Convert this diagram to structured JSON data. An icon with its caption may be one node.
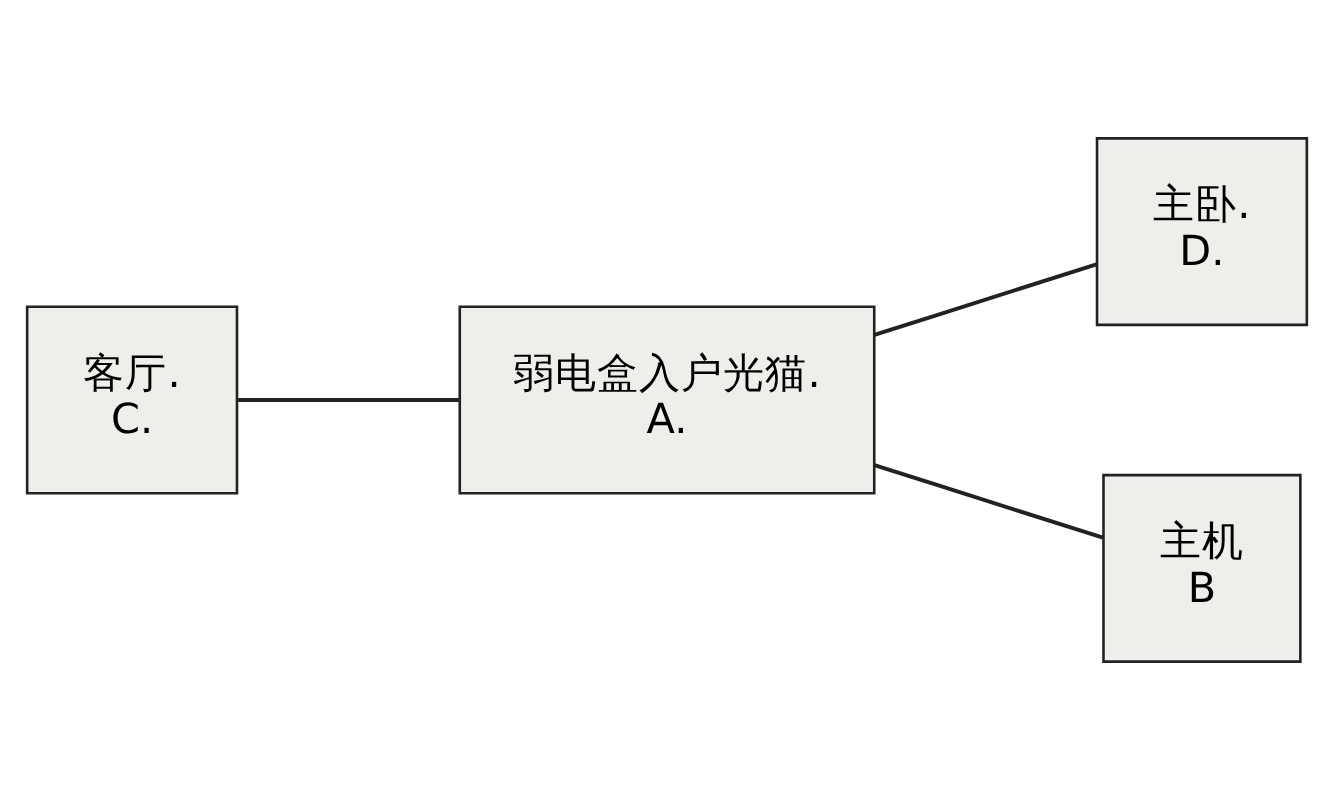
{
  "diagram": {
    "nodes": [
      {
        "text": [
          "主卧.",
          "D."
        ]
      },
      {
        "text": [
          "客厅.",
          "C."
        ]
      },
      {
        "text": [
          "弱电盒入户光猫.",
          "A."
        ]
      },
      {
        "text": [
          "主机",
          "B"
        ]
      }
    ],
    "edges": [
      {
        "from": 1,
        "to": 2,
        "arrow": "none"
      },
      {
        "from": 2,
        "to": 0,
        "arrow": "none"
      },
      {
        "from": 2,
        "to": 3,
        "arrow": "none"
      }
    ]
  }
}
